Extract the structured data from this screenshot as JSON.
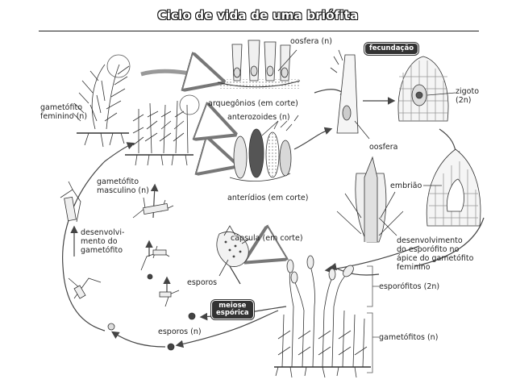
{
  "title": "Ciclo de vida de uma briófita",
  "labels": {
    "gametofito_feminino": "gametófito\nfeminino (n)",
    "gametofito_masculino": "gametófito\nmasculino (n)",
    "arquegonios": "arquegônios (em corte)",
    "oosfera_n": "oosfera (n)",
    "anterozoides": "anterozoides (n)",
    "anteridios": "anterídios (em corte)",
    "oosfera": "oosfera",
    "zigoto": "zigoto\n(2n)",
    "embriao": "embrião",
    "desenvolvimento_esporofito": "desenvolvimento\ndo esporófito no\nápice do gametófito\nfeminino",
    "esporofitos": "esporófitos (2n)",
    "gametofitos": "gametófitos (n)",
    "capsula": "cápsula (em corte)",
    "esporos": "esporos",
    "esporos_n": "esporos (n)",
    "desenvolvimento_gametofito": "desenvolvi-\nmento do\ngametófito"
  },
  "badges": {
    "fecundacao": "fecundação",
    "meiose": "meiose\nespórica"
  }
}
